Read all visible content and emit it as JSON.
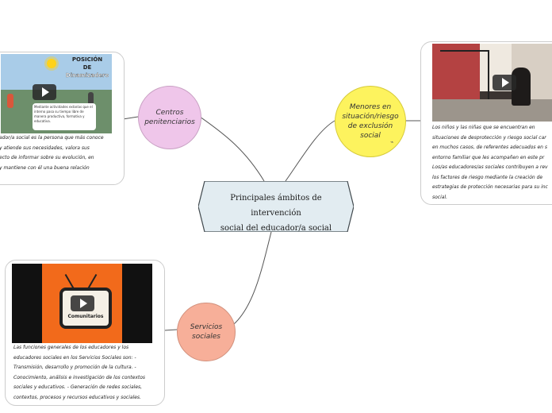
{
  "central": {
    "line1": "Principales ámbitos de intervención",
    "line2": "social del educador/a social"
  },
  "topics": {
    "centros": {
      "line1": "Centros",
      "line2": "penitenciarios",
      "color": "#efc6ea"
    },
    "menores": {
      "line1": "Menores en",
      "line2": "situación/riesgo",
      "line3": "de exclusión",
      "line4": "social",
      "color": "#fdf35e"
    },
    "servicios": {
      "line1": "Servicios",
      "line2": "sociales",
      "color": "#f7af99"
    }
  },
  "cards": {
    "centros": {
      "video_title_1": "POSICIÓN",
      "video_title_2": "DE",
      "video_title_3": "Dinamizadero",
      "video_caption": "Mediante actividades extarías que el interno pasa su tiempo libre de manera productiva, formativa y educativa.",
      "lines": [
        "ador/a social es la persona que más conoce",
        "y atiende sus necesidades, valora sus",
        "ecto de informar sobre su evolución, en",
        "y mantiene con él una buena relación"
      ]
    },
    "menores": {
      "lines": [
        "Los niños y las niñas que se encuentran en",
        "situaciones de desprotección y riesgo social car",
        "en muchos casos, de referentes adecuados en s",
        "entorno familiar que les acompañen en este pr",
        "Los/as educadores/as sociales contribuyen a rev",
        "los factores de riesgo mediante la creación de",
        "estrategias de protección necesarias para su inc",
        "social."
      ]
    },
    "servicios": {
      "video_label": "Comunitarios",
      "lines": [
        "Las funciones generales de los educadores y los",
        "educadores sociales en los Servicios Sociales son: -",
        "Transmisión, desarrollo y promoción de la cultura. -",
        "Conocimiento, análisis e investigación de los contextos",
        "sociales y educativos. - Generación de redes sociales,",
        "contextos, procesos y recursos educativos y sociales."
      ]
    }
  },
  "icons": [
    "play-icon",
    "tv-icon",
    "sun-icon",
    "link-icon"
  ]
}
